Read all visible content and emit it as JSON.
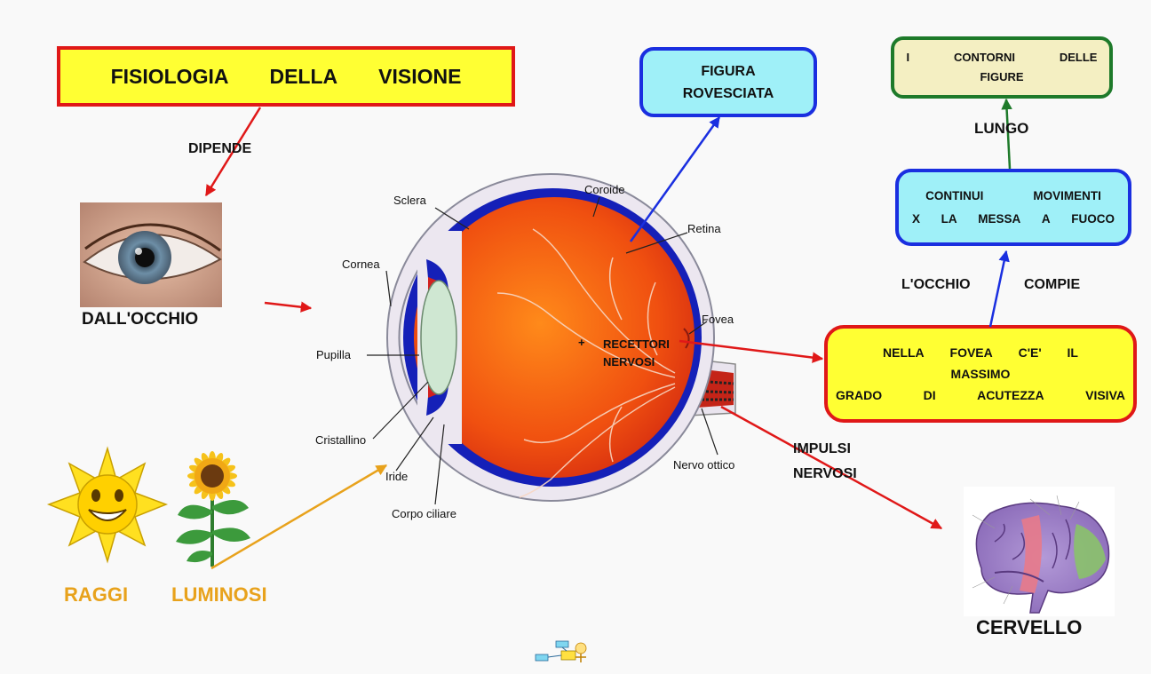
{
  "title": {
    "words": [
      "FISIOLOGIA",
      "DELLA",
      "VISIONE"
    ]
  },
  "connectors": {
    "dipende": "DIPENDE",
    "lungo": "LUNGO",
    "occhio_compie": [
      "L'OCCHIO",
      "COMPIE"
    ],
    "impulsi_nervosi": [
      "IMPULSI",
      "NERVOSI"
    ]
  },
  "nodes": {
    "figura_rovesciata": [
      "FIGURA",
      "ROVESCIATA"
    ],
    "contorni": {
      "line1": [
        "I",
        "CONTORNI",
        "DELLE"
      ],
      "line2": "FIGURE"
    },
    "movimenti": {
      "line1": [
        "CONTINUI",
        "MOVIMENTI"
      ],
      "line2": [
        "X",
        "LA",
        "MESSA",
        "A",
        "FUOCO"
      ]
    },
    "fovea_box": {
      "line1": [
        "NELLA",
        "FOVEA",
        "C'E'",
        "IL"
      ],
      "line2": "MASSIMO",
      "line3": [
        "GRADO",
        "DI",
        "ACUTEZZA",
        "VISIVA"
      ]
    },
    "dall_occhio": "DALL'OCCHIO",
    "cervello": "CERVELLO",
    "raggi": "RAGGI",
    "luminosi": "LUMINOSI"
  },
  "eye_labels": {
    "sclera": "Sclera",
    "coroide": "Coroide",
    "retina": "Retina",
    "cornea": "Cornea",
    "fovea": "Fovea",
    "pupilla": "Pupilla",
    "cristallino": "Cristallino",
    "iride": "Iride",
    "corpo_ciliare": "Corpo ciliare",
    "nervo_ottico": "Nervo ottico",
    "recettori": [
      "RECETTORI",
      "NERVOSI"
    ],
    "recettori_marker": "+"
  },
  "colors": {
    "red": "#e01818",
    "blue": "#1a2fe0",
    "green": "#1e7a2a",
    "orange": "#e8a21c",
    "yellow_box": "#ffff33",
    "cyan_box": "#9ff0f8",
    "beige_box": "#f4efc2"
  }
}
